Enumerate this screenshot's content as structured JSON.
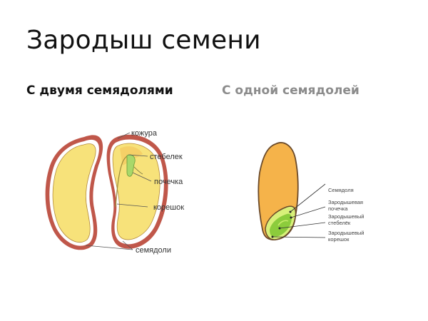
{
  "slide": {
    "title": "Зародыш семени",
    "subtitles": {
      "dicot": "С двумя семядолями",
      "monocot": "С одной семядолей"
    }
  },
  "dicot_diagram": {
    "labels": {
      "seed_coat": "кожура",
      "stem": "стебелек",
      "bud": "почечка",
      "root": "корешок",
      "cotyledons": "семядоли"
    },
    "colors": {
      "coat": "#c0574a",
      "cotyledon": "#f7e27a",
      "embryo": "#a8d86a"
    }
  },
  "monocot_diagram": {
    "labels": {
      "cotyledon": "Семядоля",
      "bud_line1": "Зародышевая",
      "bud_line2": "почечка",
      "stem_line1": "Зародышевый",
      "stem_line2": "стебелёк",
      "root_line1": "Зародышевый",
      "root_line2": "корешок"
    },
    "colors": {
      "endosperm": "#f5b34a",
      "outline": "#6b4a2a",
      "embryo_light": "#d8f07a",
      "embryo_dark": "#8ccc3c"
    }
  }
}
